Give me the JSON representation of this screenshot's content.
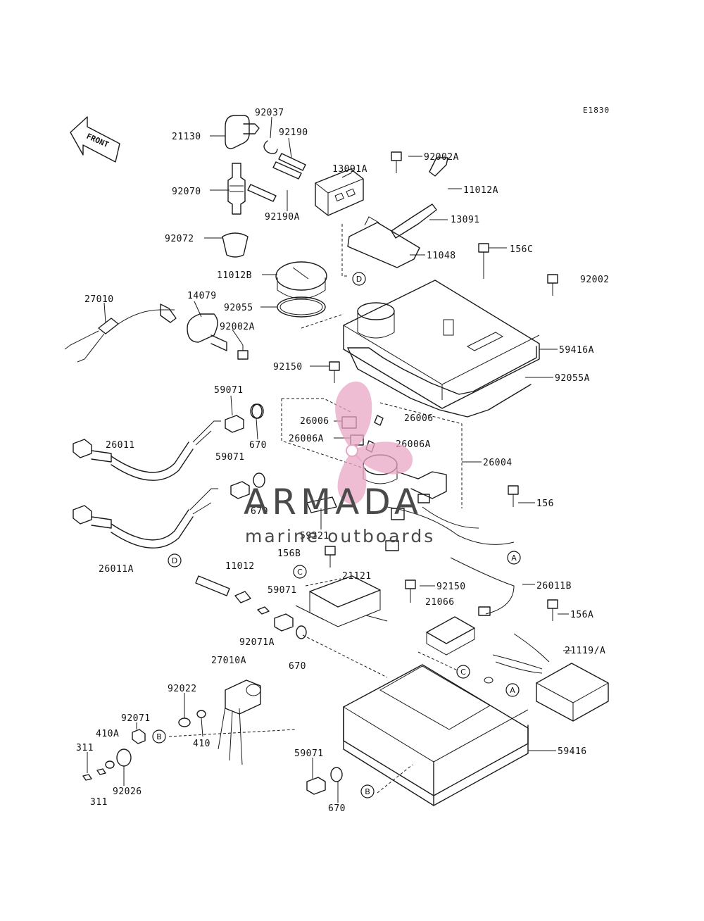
{
  "diagram_code": "E1830",
  "front_label": "FRONT",
  "watermark": {
    "title": "ARMADA",
    "subtitle": "marine outboards",
    "prop_color": "#e8a6c4",
    "text_color": "#4a4a4a"
  },
  "parts": [
    {
      "id": "p1",
      "text": "92037"
    },
    {
      "id": "p2",
      "text": "21130"
    },
    {
      "id": "p3",
      "text": "92190"
    },
    {
      "id": "p4",
      "text": "13091A"
    },
    {
      "id": "p5",
      "text": "92002A"
    },
    {
      "id": "p6",
      "text": "92070"
    },
    {
      "id": "p7",
      "text": "92190A"
    },
    {
      "id": "p8",
      "text": "11012A"
    },
    {
      "id": "p9",
      "text": "13091"
    },
    {
      "id": "p10",
      "text": "92072"
    },
    {
      "id": "p11",
      "text": "11048"
    },
    {
      "id": "p12",
      "text": "156C"
    },
    {
      "id": "p13",
      "text": "11012B"
    },
    {
      "id": "p14",
      "text": "92002"
    },
    {
      "id": "p15",
      "text": "27010"
    },
    {
      "id": "p16",
      "text": "14079"
    },
    {
      "id": "p17",
      "text": "92055"
    },
    {
      "id": "p18",
      "text": "92002A"
    },
    {
      "id": "p19",
      "text": "59416A"
    },
    {
      "id": "p20",
      "text": "92150"
    },
    {
      "id": "p21",
      "text": "92055A"
    },
    {
      "id": "p22",
      "text": "59071"
    },
    {
      "id": "p23",
      "text": "26006"
    },
    {
      "id": "p24",
      "text": "26006"
    },
    {
      "id": "p25",
      "text": "26006A"
    },
    {
      "id": "p26",
      "text": "26006A"
    },
    {
      "id": "p27",
      "text": "670"
    },
    {
      "id": "p28",
      "text": "26011"
    },
    {
      "id": "p29",
      "text": "26004"
    },
    {
      "id": "p30",
      "text": "59071"
    },
    {
      "id": "p31",
      "text": "156"
    },
    {
      "id": "p32",
      "text": "670"
    },
    {
      "id": "p33",
      "text": "59221"
    },
    {
      "id": "p34",
      "text": "156B"
    },
    {
      "id": "p35",
      "text": "26011A"
    },
    {
      "id": "p36",
      "text": "11012"
    },
    {
      "id": "p37",
      "text": "21121"
    },
    {
      "id": "p38",
      "text": "59071"
    },
    {
      "id": "p39",
      "text": "92150"
    },
    {
      "id": "p40",
      "text": "26011B"
    },
    {
      "id": "p41",
      "text": "21066"
    },
    {
      "id": "p42",
      "text": "156A"
    },
    {
      "id": "p43",
      "text": "92071A"
    },
    {
      "id": "p44",
      "text": "670"
    },
    {
      "id": "p45",
      "text": "21119/A"
    },
    {
      "id": "p46",
      "text": "27010A"
    },
    {
      "id": "p47",
      "text": "92022"
    },
    {
      "id": "p48",
      "text": "92071"
    },
    {
      "id": "p49",
      "text": "410A"
    },
    {
      "id": "p50",
      "text": "410"
    },
    {
      "id": "p51",
      "text": "311"
    },
    {
      "id": "p52",
      "text": "92026"
    },
    {
      "id": "p53",
      "text": "311"
    },
    {
      "id": "p54",
      "text": "59071"
    },
    {
      "id": "p55",
      "text": "59416"
    },
    {
      "id": "p56",
      "text": "670"
    }
  ],
  "callouts": [
    {
      "id": "c1",
      "text": "D"
    },
    {
      "id": "c2",
      "text": "A"
    },
    {
      "id": "c3",
      "text": "D"
    },
    {
      "id": "c4",
      "text": "C"
    },
    {
      "id": "c5",
      "text": "C"
    },
    {
      "id": "c6",
      "text": "A"
    },
    {
      "id": "c7",
      "text": "B"
    },
    {
      "id": "c8",
      "text": "B"
    }
  ]
}
